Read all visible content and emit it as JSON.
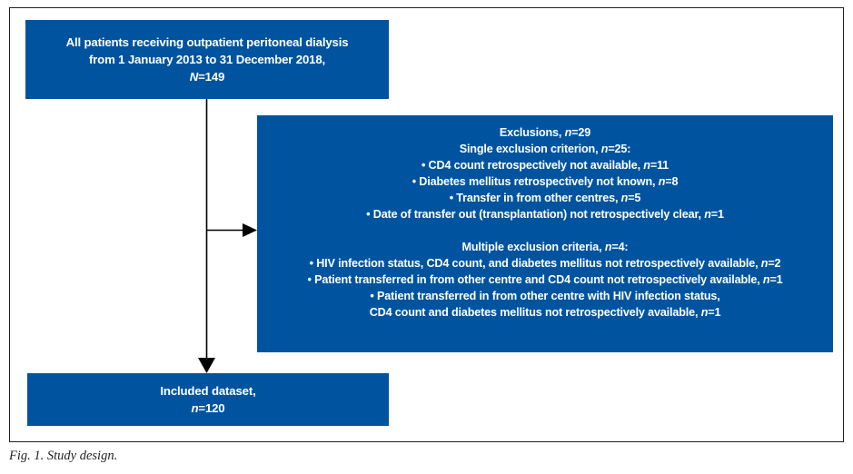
{
  "figure": {
    "caption": "Fig. 1. Study design.",
    "accent_color": "#00549f",
    "frame_color": "#231f20",
    "text_color": "#ffffff"
  },
  "cohort_box": {
    "lines": [
      "All patients receiving outpatient peritoneal dialysis",
      "from 1 January 2013 to 31 December 2018,",
      "N=149"
    ],
    "label_italic_var": "N",
    "total": 149
  },
  "exclusions_box": {
    "heading": "Exclusions, n=29",
    "total_excluded": 29,
    "single_criterion": {
      "heading": "Single exclusion criterion, n=25:",
      "count": 25,
      "items": [
        "• CD4 count retrospectively not available, n=11",
        "• Diabetes mellitus retrospectively not known, n=8",
        "• Transfer in from other centres, n=5",
        "• Date of transfer out (transplantation) not retrospectively clear, n=1"
      ]
    },
    "multiple_criteria": {
      "heading": "Multiple exclusion criteria, n=4:",
      "count": 4,
      "items": [
        "• HIV infection status, CD4 count, and diabetes mellitus not retrospectively available, n=2",
        "• Patient transferred in from other centre and CD4 count not retrospectively available, n=1",
        "• Patient transferred in from other centre with HIV infection status,",
        "CD4 count and diabetes mellitus not retrospectively available, n=1"
      ]
    }
  },
  "included_box": {
    "lines": [
      "Included dataset,",
      "n=120"
    ],
    "total": 120
  },
  "connectors": {
    "trunk_name": "vertical-trunk-line",
    "branch_name": "exclusions-branch-arrow",
    "terminal_name": "included-arrow"
  }
}
